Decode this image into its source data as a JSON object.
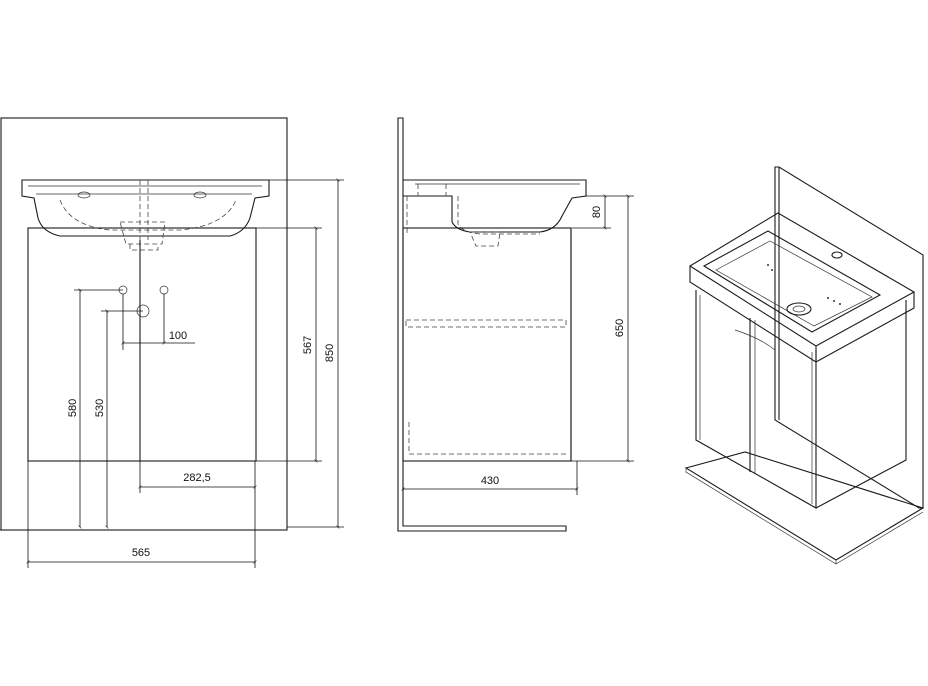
{
  "dimensions": {
    "front_width": "565",
    "front_total_height": "850",
    "front_cabinet_height": "567",
    "drain_height_580": "580",
    "drain_height_530": "530",
    "hole_spacing": "100",
    "half_width": "282,5",
    "side_depth": "430",
    "side_height": "650",
    "basin_thickness": "80"
  }
}
